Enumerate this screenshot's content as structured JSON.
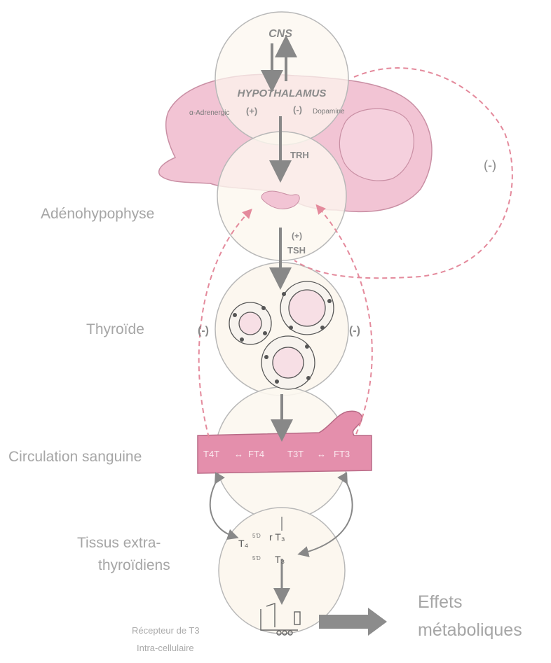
{
  "labels": {
    "cns": "CNS",
    "hypothalamus": "HYPOTHALAMUS",
    "alpha_adrenergic": "α-Adrenergic",
    "plus_left": "(+)",
    "minus_right": "(-)",
    "dopamine": "Dopamine",
    "trh": "TRH",
    "adenohypophyse": "Adénohypophyse",
    "plus_tsh": "(+)",
    "tsh": "TSH",
    "minus_long_loop": "(-)",
    "thyroide": "Thyroïde",
    "minus_left": "(-)",
    "minus_right2": "(-)",
    "circulation": "Circulation sanguine",
    "t4t": "T4T",
    "arrow1": "↔",
    "ft4": "FT4",
    "t3t": "T3T",
    "arrow2": "↔",
    "ft3": "FT3",
    "tissus_line1": "Tissus extra-",
    "tissus_line2": "thyroïdiens",
    "t4": "T₄",
    "rt3": "r T₃",
    "t3": "T₃",
    "deiod1": "5'D",
    "deiod2": "5'D",
    "recepteur_line1": "Récepteur de T3",
    "recepteur_line2": "Intra-cellulaire",
    "effets_line1": "Effets",
    "effets_line2": "métaboliques"
  },
  "colors": {
    "brain_pink": "#f2c4d4",
    "brain_outline": "#c98fa4",
    "circle_fill": "#fcf7ef",
    "circle_stroke": "#b0b0b0",
    "arrow_gray": "#888888",
    "feedback_dash": "#e48a9c",
    "vessel_pink": "#e48fac",
    "vessel_outline": "#b86a86"
  }
}
